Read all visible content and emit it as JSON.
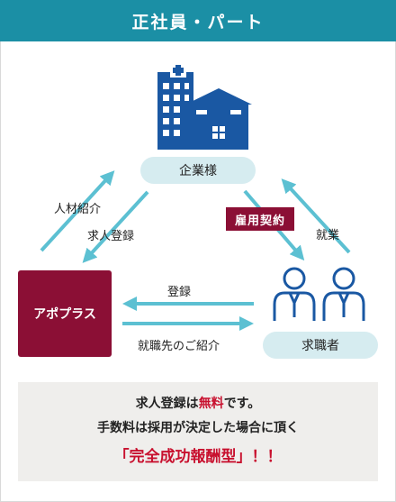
{
  "header": {
    "title": "正社員・パート"
  },
  "nodes": {
    "company": "企業様",
    "agency": "アポプラス",
    "seeker": "求職者"
  },
  "flows": {
    "introduction": "人材紹介",
    "job_registration": "求人登録",
    "contract": "雇用契約",
    "employment": "就業",
    "registration": "登録",
    "job_referral": "就職先のご紹介"
  },
  "icons": [
    "building-icon",
    "person-icon"
  ],
  "colors": {
    "header": "#1b8fa5",
    "accent": "#8b0f35",
    "arrow": "#5cc0d2",
    "highlight": "#c8102e"
  },
  "note": {
    "line1_pre": "求人登録は",
    "line1_emph": "無料",
    "line1_post": "です。",
    "line2": "手数料は採用が決定した場合に頂く",
    "line3": "「完全成功報酬型」！！"
  }
}
